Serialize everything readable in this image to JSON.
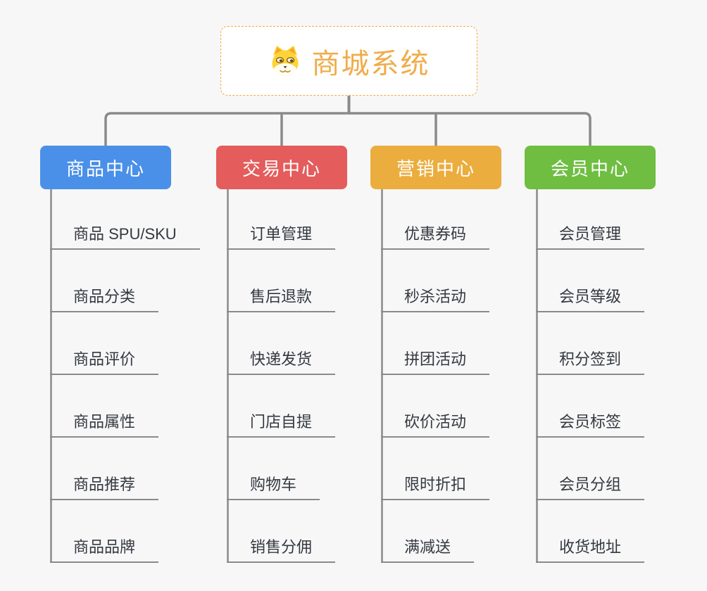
{
  "root": {
    "title": "商城系统",
    "icon": "dog-icon"
  },
  "branches": [
    {
      "label": "商品中心",
      "color": "#4a90e8",
      "items": [
        "商品 SPU/SKU",
        "商品分类",
        "商品评价",
        "商品属性",
        "商品推荐",
        "商品品牌"
      ]
    },
    {
      "label": "交易中心",
      "color": "#e45c5c",
      "items": [
        "订单管理",
        "售后退款",
        "快递发货",
        "门店自提",
        "购物车",
        "销售分佣"
      ]
    },
    {
      "label": "营销中心",
      "color": "#ebad3e",
      "items": [
        "优惠券码",
        "秒杀活动",
        "拼团活动",
        "砍价活动",
        "限时折扣",
        "满减送"
      ]
    },
    {
      "label": "会员中心",
      "color": "#6fbe42",
      "items": [
        "会员管理",
        "会员等级",
        "积分签到",
        "会员标签",
        "会员分组",
        "收货地址"
      ]
    }
  ],
  "colors": {
    "background": "#f7f7f7",
    "connector": "#8a8a8a",
    "root_accent": "#f0ac4a",
    "leaf_text": "#343940"
  }
}
